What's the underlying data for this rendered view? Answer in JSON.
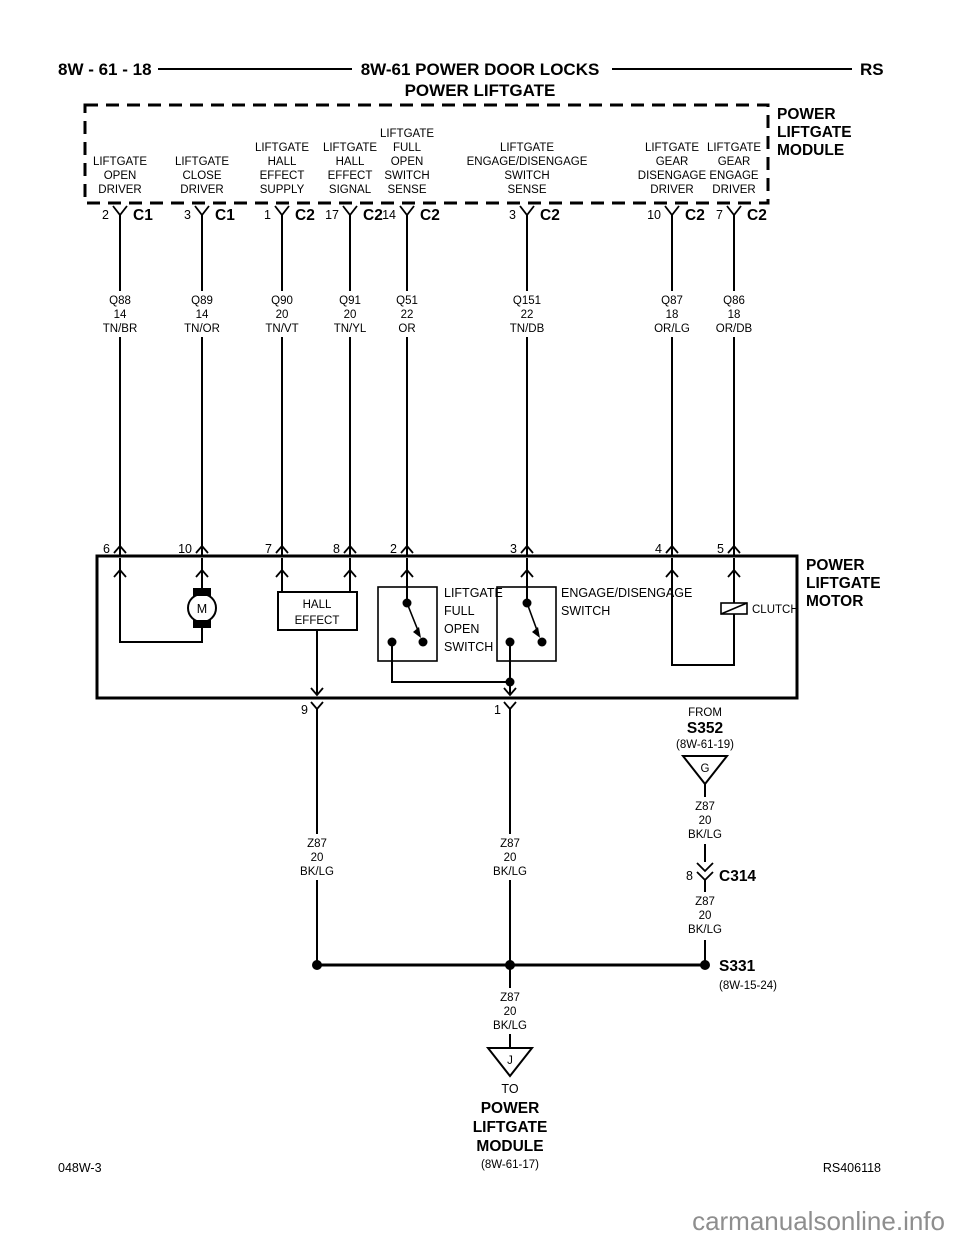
{
  "header": {
    "page_ref": "8W - 61 - 18",
    "title": "8W-61 POWER DOOR LOCKS",
    "subtitle": "POWER LIFTGATE",
    "region_code": "RS"
  },
  "module": {
    "name": [
      "POWER",
      "LIFTGATE",
      "MODULE"
    ]
  },
  "cols": [
    {
      "label": [
        "LIFTGATE",
        "OPEN",
        "DRIVER"
      ],
      "pin": "2",
      "conn": "C1",
      "wire": [
        "Q88",
        "14",
        "TN/BR"
      ],
      "mpin": "6"
    },
    {
      "label": [
        "LIFTGATE",
        "CLOSE",
        "DRIVER"
      ],
      "pin": "3",
      "conn": "C1",
      "wire": [
        "Q89",
        "14",
        "TN/OR"
      ],
      "mpin": "10"
    },
    {
      "label": [
        "LIFTGATE",
        "HALL",
        "EFFECT",
        "SUPPLY"
      ],
      "pin": "1",
      "conn": "C2",
      "wire": [
        "Q90",
        "20",
        "TN/VT"
      ],
      "mpin": "7"
    },
    {
      "label": [
        "LIFTGATE",
        "HALL",
        "EFFECT",
        "SIGNAL"
      ],
      "pin": "17",
      "conn": "C2",
      "wire": [
        "Q91",
        "20",
        "TN/YL"
      ],
      "mpin": "8"
    },
    {
      "label": [
        "LIFTGATE",
        "FULL",
        "OPEN",
        "SWITCH",
        "SENSE"
      ],
      "pin": "14",
      "conn": "C2",
      "wire": [
        "Q51",
        "22",
        "OR"
      ],
      "mpin": "2"
    },
    {
      "label": [
        "LIFTGATE",
        "ENGAGE/DISENGAGE",
        "SWITCH",
        "SENSE"
      ],
      "pin": "3",
      "conn": "C2",
      "wire": [
        "Q151",
        "22",
        "TN/DB"
      ],
      "mpin": "3"
    },
    {
      "label": [
        "LIFTGATE",
        "GEAR",
        "DISENGAGE",
        "DRIVER"
      ],
      "pin": "10",
      "conn": "C2",
      "wire": [
        "Q87",
        "18",
        "OR/LG"
      ],
      "mpin": "4"
    },
    {
      "label": [
        "LIFTGATE",
        "GEAR",
        "ENGAGE",
        "DRIVER"
      ],
      "pin": "7",
      "conn": "C2",
      "wire": [
        "Q86",
        "18",
        "OR/DB"
      ],
      "mpin": "5"
    }
  ],
  "motor_box": {
    "name": [
      "POWER",
      "LIFTGATE",
      "MOTOR"
    ],
    "motor_letter": "M",
    "hall": [
      "HALL",
      "EFFECT"
    ],
    "full_open_switch": [
      "LIFTGATE",
      "FULL",
      "OPEN",
      "SWITCH"
    ],
    "engage_switch": [
      "ENGAGE/DISENGAGE",
      "SWITCH"
    ],
    "clutch": "CLUTCH",
    "pin_hall_out": "9",
    "pin_switch_out": "1"
  },
  "ground": {
    "wire": [
      "Z87",
      "20",
      "BK/LG"
    ],
    "from_label": "FROM",
    "s352": "S352",
    "s352_ref": "(8W-61-19)",
    "g_code": "G",
    "c314_pin": "8",
    "c314": "C314",
    "s331": "S331",
    "s331_ref": "(8W-15-24)",
    "to_label": "TO",
    "to_dest": [
      "POWER",
      "LIFTGATE",
      "MODULE"
    ],
    "to_ref": "(8W-61-17)",
    "j_code": "J"
  },
  "footer": {
    "doc_ref": "048W-3",
    "drawing_number": "RS406118",
    "watermark": "carmanualsonline.info"
  },
  "colors": {
    "ink": "#000000",
    "watermark": "#8e8e8e",
    "paper": "#ffffff"
  }
}
